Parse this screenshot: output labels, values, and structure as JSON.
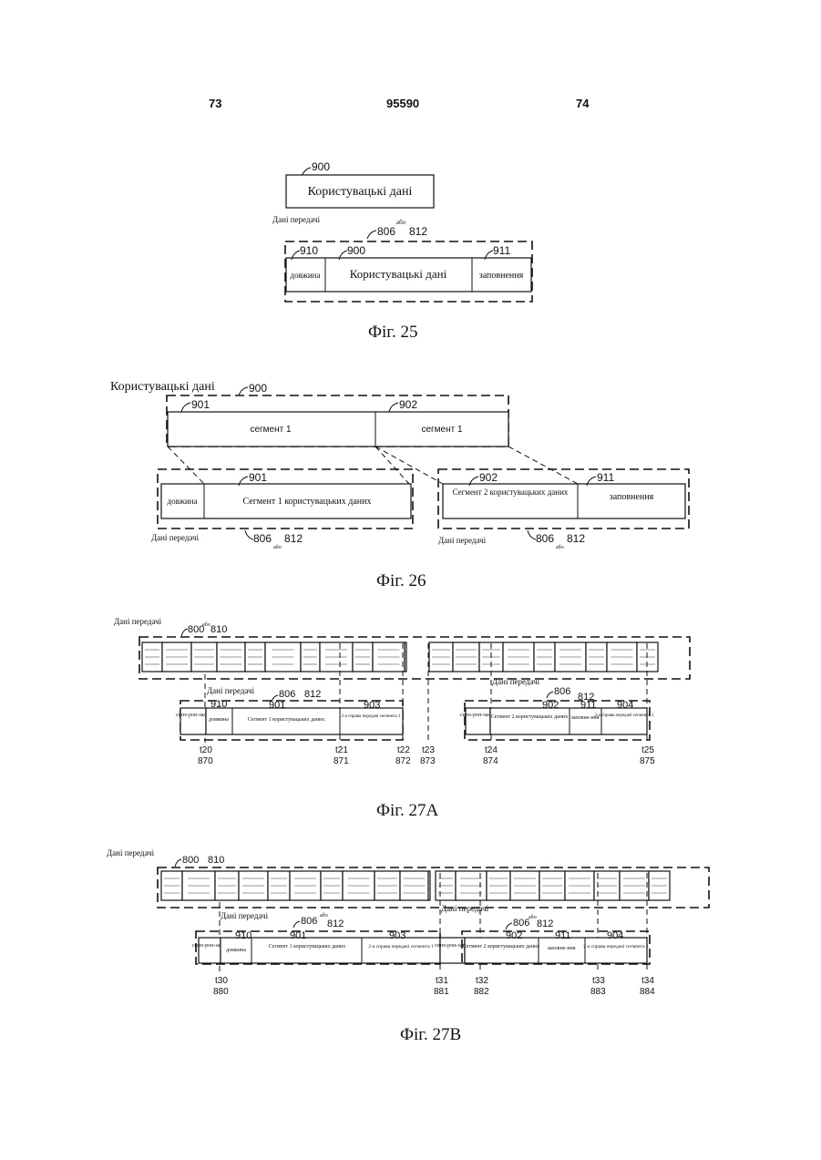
{
  "header": {
    "left_page": "73",
    "patent_number": "95590",
    "right_page": "74"
  },
  "fig25": {
    "caption": "Фіг. 25",
    "ref_user": "900",
    "user_data": "Користувацькі дані",
    "transmit_data": "Дані передачі",
    "ref_806": "806",
    "abo": "або",
    "ref_812": "812",
    "ref_910": "910",
    "ref_900b": "900",
    "ref_911": "911",
    "len": "довжина",
    "user_data_inner": "Користувацькі дані",
    "fill": "заповнення"
  },
  "fig26": {
    "caption": "Фіг. 26",
    "user_data": "Користувацькі дані",
    "ref_900": "900",
    "ref_901": "901",
    "ref_902": "902",
    "seg_a": "сегмент 1",
    "seg_b": "сегмент 1",
    "ref_901b": "901",
    "ref_902b": "902",
    "ref_911": "911",
    "len": "довжина",
    "seg1_data": "Сегмент 1 користувацьких даних",
    "seg2_data": "Сегмент 2 користувацьких даних",
    "fill": "заповнення",
    "transmit_a": "Дані передачі",
    "transmit_b": "Дані передачі",
    "ref_806a": "806",
    "ref_812a": "812",
    "abo_a": "або",
    "ref_806b": "806",
    "ref_812b": "812",
    "abo_b": "або"
  },
  "fig27a": {
    "caption": "Фіг. 27А",
    "transmit": "Дані передачі",
    "ref_800": "800",
    "abo": "або",
    "ref_810": "810",
    "transmit_2": "Дані передачі",
    "transmit_3": "Дані передачі",
    "ref_806a": "806",
    "ref_812a": "812",
    "ref_806b": "806",
    "ref_812b": "812",
    "ref_910": "910",
    "ref_901": "901",
    "ref_903": "903",
    "ref_902": "902",
    "ref_911": "911",
    "ref_904": "904",
    "sync": "синх-рон-зація",
    "len": "довжина",
    "seg1": "Сегмент 1 користувацьких даних",
    "seg2": "Сегмент 2 користувацьких даних",
    "second_copy": "2-а справа передачі сегмента 1",
    "fill": "заповне-ння",
    "t20": "t20",
    "n870": "870",
    "t21": "t21",
    "n871": "871",
    "t22": "t22",
    "n872": "872",
    "t23": "t23",
    "n873": "873",
    "t24": "t24",
    "n874": "874",
    "t25": "t25",
    "n875": "875"
  },
  "fig27b": {
    "caption": "Фіг. 27В",
    "transmit": "Дані передачі",
    "ref_800": "800",
    "ref_810": "810",
    "transmit_2": "Дані передачі",
    "transmit_3": "Дані передачі",
    "ref_806a": "806",
    "ref_812a": "812",
    "abo_a": "або",
    "ref_806b": "806",
    "ref_812b": "812",
    "abo_b": "або",
    "ref_910": "910",
    "ref_901": "901",
    "ref_903": "903",
    "ref_902": "902",
    "ref_911": "911",
    "ref_904": "904",
    "sync": "синх-рон-зація",
    "len": "довжина",
    "seg1": "Сегмент 1 користувацьких даних",
    "seg2": "Сегмент 2 користувацьких даних",
    "second_copy": "2-а справа передачі сегмента 1",
    "fill": "заповне-ння",
    "t30": "t30",
    "n880": "880",
    "t31": "t31",
    "n881": "881",
    "t32": "t32",
    "n882": "882",
    "t33": "t33",
    "n883": "883",
    "t34": "t34",
    "n884": "884"
  }
}
